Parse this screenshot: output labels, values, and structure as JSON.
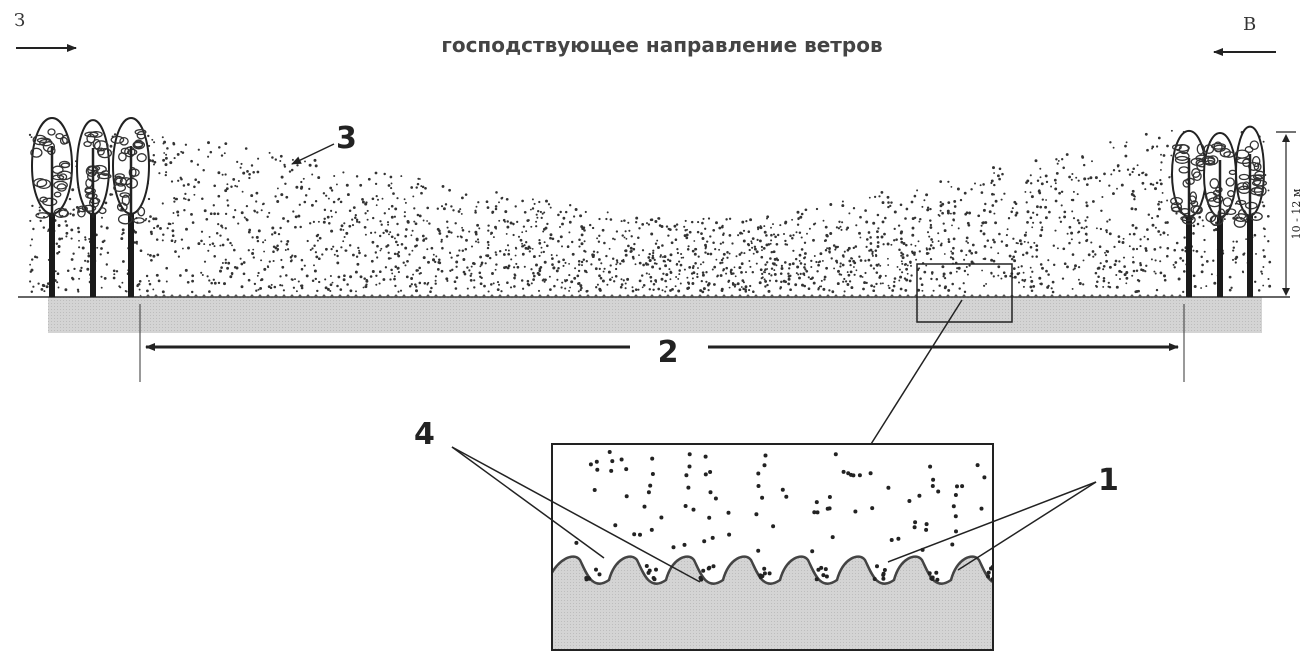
{
  "header": {
    "west_label": "З",
    "east_label": "В",
    "wind_caption": "господствующее направление ветров"
  },
  "labels": {
    "snow_cover": "3",
    "field_width": "2",
    "snow_pockets": "4",
    "soil_ridges": "1"
  },
  "forest_belt": {
    "height_label": "10 - 12 м"
  }
}
